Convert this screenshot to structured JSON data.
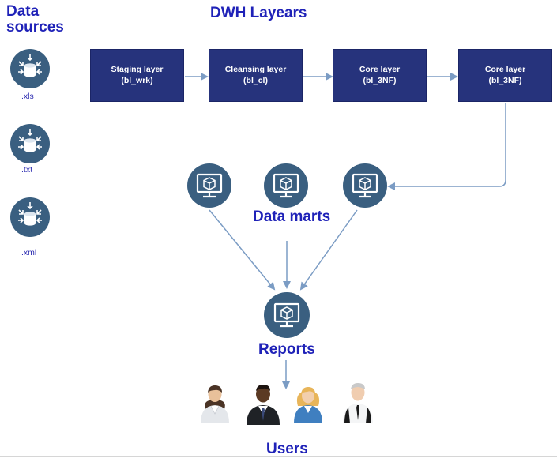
{
  "headings": {
    "data_sources_line1": "Data",
    "data_sources_line2": "sources",
    "dwh_layers": "DWH Layears",
    "data_marts": "Data marts",
    "reports": "Reports",
    "users": "Users"
  },
  "sources": [
    {
      "label": ".xls",
      "icon": "database-ingest-icon"
    },
    {
      "label": ".txt",
      "icon": "database-ingest-icon"
    },
    {
      "label": ".xml",
      "icon": "database-ingest-icon"
    }
  ],
  "layers": [
    {
      "name": "Staging layer",
      "code": "(bl_wrk)"
    },
    {
      "name": "Cleansing layer",
      "code": "(bl_cl)"
    },
    {
      "name": "Core layer",
      "code": "(bl_3NF)"
    },
    {
      "name": "Core layer",
      "code": "(bl_3NF)"
    }
  ],
  "data_marts": [
    {
      "icon": "monitor-cube-icon"
    },
    {
      "icon": "monitor-cube-icon"
    },
    {
      "icon": "monitor-cube-icon"
    }
  ],
  "report": {
    "icon": "monitor-cube-icon"
  },
  "users": [
    {
      "icon": "businesswoman-icon"
    },
    {
      "icon": "businessman-icon"
    },
    {
      "icon": "woman-user-icon"
    },
    {
      "icon": "man-user-icon"
    }
  ],
  "colors": {
    "heading": "#1f22b8",
    "layer_fill": "#26337c",
    "circle_fill": "#3a5f80",
    "arrow": "#7b9cc4"
  }
}
